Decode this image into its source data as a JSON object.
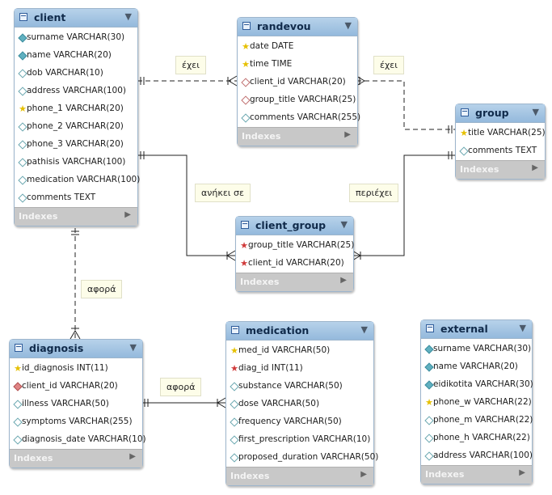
{
  "tables": {
    "client": {
      "name": "client",
      "columns": [
        {
          "text": "surname VARCHAR(30)",
          "icon": "filled"
        },
        {
          "text": "name VARCHAR(20)",
          "icon": "filled"
        },
        {
          "text": "dob VARCHAR(10)",
          "icon": "open"
        },
        {
          "text": "address VARCHAR(100)",
          "icon": "open"
        },
        {
          "text": "phone_1 VARCHAR(20)",
          "icon": "key"
        },
        {
          "text": "phone_2 VARCHAR(20)",
          "icon": "open"
        },
        {
          "text": "phone_3 VARCHAR(20)",
          "icon": "open"
        },
        {
          "text": "pathisis VARCHAR(100)",
          "icon": "open"
        },
        {
          "text": "medication VARCHAR(100)",
          "icon": "open"
        },
        {
          "text": "comments TEXT",
          "icon": "open"
        }
      ],
      "indexes": "Indexes"
    },
    "randevou": {
      "name": "randevou",
      "columns": [
        {
          "text": "date DATE",
          "icon": "key"
        },
        {
          "text": "time TIME",
          "icon": "key"
        },
        {
          "text": "client_id VARCHAR(20)",
          "icon": "redopen"
        },
        {
          "text": "group_title VARCHAR(25)",
          "icon": "redopen"
        },
        {
          "text": "comments VARCHAR(255)",
          "icon": "open"
        }
      ],
      "indexes": "Indexes"
    },
    "group": {
      "name": "group",
      "columns": [
        {
          "text": "title VARCHAR(25)",
          "icon": "key"
        },
        {
          "text": "comments TEXT",
          "icon": "open"
        }
      ],
      "indexes": "Indexes"
    },
    "client_group": {
      "name": "client_group",
      "columns": [
        {
          "text": "group_title VARCHAR(25)",
          "icon": "keyred"
        },
        {
          "text": "client_id VARCHAR(20)",
          "icon": "keyred"
        }
      ],
      "indexes": "Indexes"
    },
    "diagnosis": {
      "name": "diagnosis",
      "columns": [
        {
          "text": "id_diagnosis INT(11)",
          "icon": "key"
        },
        {
          "text": "client_id VARCHAR(20)",
          "icon": "red"
        },
        {
          "text": "illness VARCHAR(50)",
          "icon": "open"
        },
        {
          "text": "symptoms VARCHAR(255)",
          "icon": "open"
        },
        {
          "text": "diagnosis_date VARCHAR(10)",
          "icon": "open"
        }
      ],
      "indexes": "Indexes"
    },
    "medication": {
      "name": "medication",
      "columns": [
        {
          "text": "med_id VARCHAR(50)",
          "icon": "key"
        },
        {
          "text": "diag_id INT(11)",
          "icon": "keyred"
        },
        {
          "text": "substance VARCHAR(50)",
          "icon": "open"
        },
        {
          "text": "dose VARCHAR(50)",
          "icon": "open"
        },
        {
          "text": "frequency VARCHAR(50)",
          "icon": "open"
        },
        {
          "text": "first_prescription VARCHAR(10)",
          "icon": "open"
        },
        {
          "text": "proposed_duration VARCHAR(50)",
          "icon": "open"
        }
      ],
      "indexes": "Indexes"
    },
    "external": {
      "name": "external",
      "columns": [
        {
          "text": "surname VARCHAR(30)",
          "icon": "filled"
        },
        {
          "text": "name VARCHAR(20)",
          "icon": "filled"
        },
        {
          "text": "eidikotita VARCHAR(30)",
          "icon": "filled"
        },
        {
          "text": "phone_w VARCHAR(22)",
          "icon": "key"
        },
        {
          "text": "phone_m VARCHAR(22)",
          "icon": "open"
        },
        {
          "text": "phone_h VARCHAR(22)",
          "icon": "open"
        },
        {
          "text": "address VARCHAR(100)",
          "icon": "open"
        }
      ],
      "indexes": "Indexes"
    }
  },
  "relationship_labels": {
    "client_randevou": "έχει",
    "randevou_group": "έχει",
    "client_clientgroup": "ανήκει σε",
    "group_clientgroup": "περιέχει",
    "client_diagnosis": "αφορά",
    "diagnosis_medication": "αφορά"
  },
  "icons": {
    "table_header": "table-icon",
    "header_menu": "chevron-down-icon",
    "indexes_expand": "arrow-right-icon",
    "primary_key": "key-icon",
    "foreign_key": "red-key-icon"
  }
}
